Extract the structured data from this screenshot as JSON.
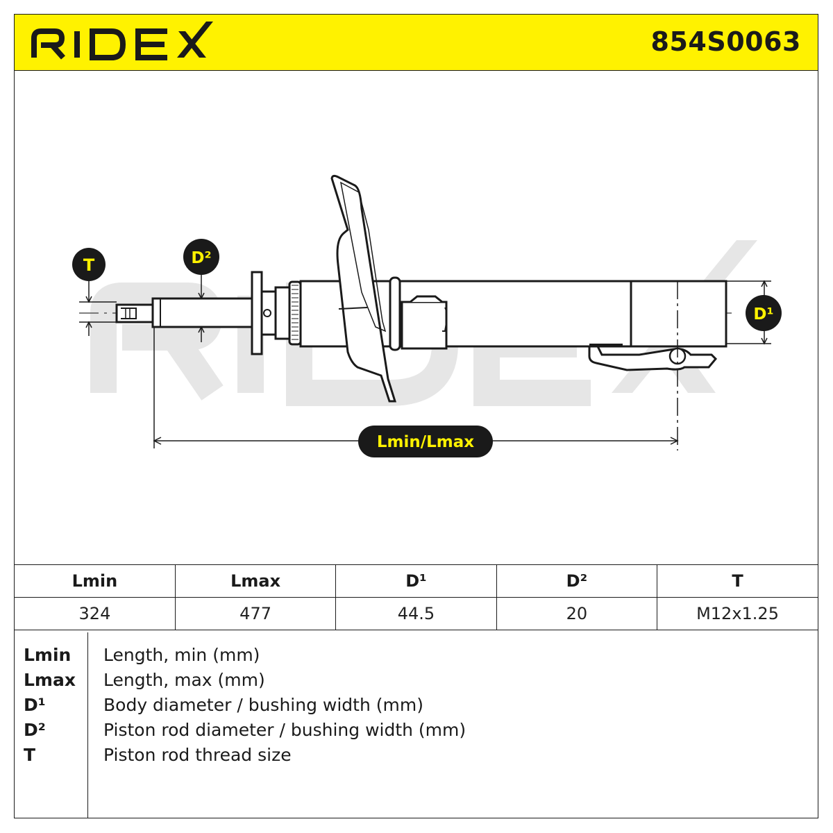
{
  "header": {
    "brand": "RIDEX",
    "part_number": "854S0063",
    "brand_color": "#1a1a1a",
    "header_color": "#fff200"
  },
  "drawing": {
    "labels": {
      "t": "T",
      "d2": "D²",
      "d1": "D¹",
      "length": "Lmin/Lmax"
    },
    "watermark": "RIDEX"
  },
  "specs": {
    "headers": [
      "Lmin",
      "Lmax",
      "D¹",
      "D²",
      "T"
    ],
    "values": [
      "324",
      "477",
      "44.5",
      "20",
      "M12x1.25"
    ]
  },
  "legend": [
    {
      "key": "Lmin",
      "desc": "Length, min (mm)"
    },
    {
      "key": "Lmax",
      "desc": "Length, max (mm)"
    },
    {
      "key": "D¹",
      "desc": "Body diameter / bushing width (mm)"
    },
    {
      "key": "D²",
      "desc": "Piston rod diameter / bushing width (mm)"
    },
    {
      "key": "T",
      "desc": "Piston rod thread size"
    }
  ]
}
